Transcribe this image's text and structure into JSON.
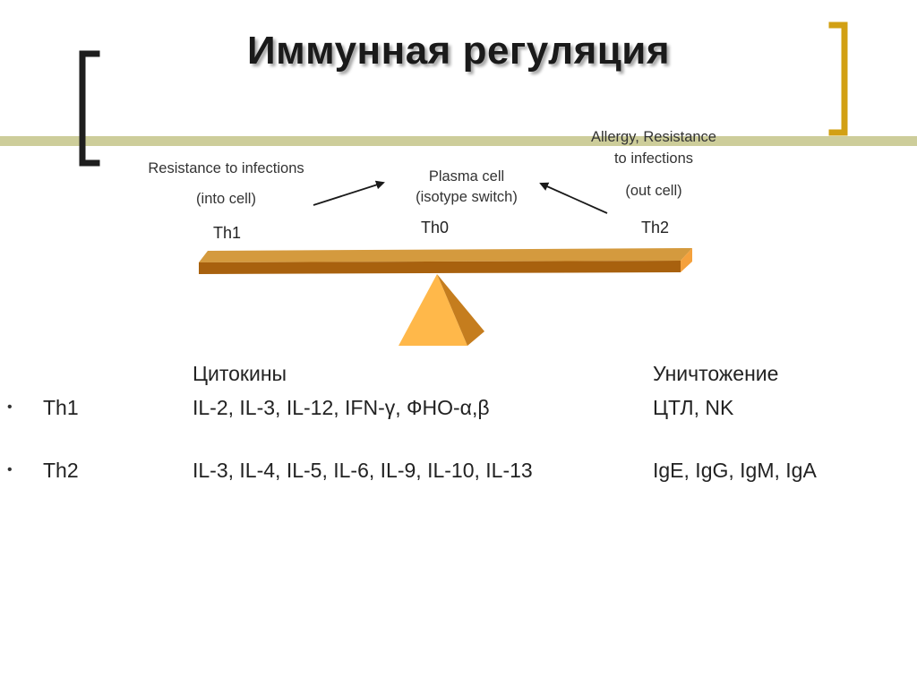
{
  "title": "Иммунная регуляция",
  "colors": {
    "accent_line": "#cdcd9a",
    "left_bracket": "#1e1e1e",
    "right_bracket": "#d2a013",
    "beam_top": "#d49a3e",
    "beam_front": "#a8610e",
    "beam_end": "#f5a13c",
    "fulcrum_light": "#ffb84a",
    "fulcrum_dark": "#c57d1e"
  },
  "diagram": {
    "left": {
      "line1": "Resistance to infections",
      "line2": "(into cell)",
      "label": "Th1"
    },
    "center": {
      "line1": "Plasma cell",
      "line2": "(isotype switch)",
      "label": "Th0"
    },
    "right": {
      "line1": "Allergy, Resistance",
      "line2": "to infections",
      "line3": "(out cell)",
      "label": "Th2"
    }
  },
  "table": {
    "header_cytokines": "Цитокины",
    "header_destruction": "Уничтожение",
    "bullet": "•",
    "rows": [
      {
        "name": "Th1",
        "cytokines": "IL-2, IL-3, IL-12, IFN-γ, ФНО-α,β",
        "destruction": "ЦТЛ, NK"
      },
      {
        "name": "Th2",
        "cytokines": "IL-3, IL-4, IL-5, IL-6, IL-9, IL-10, IL-13",
        "destruction": "IgE, IgG, IgM, IgA"
      }
    ]
  }
}
